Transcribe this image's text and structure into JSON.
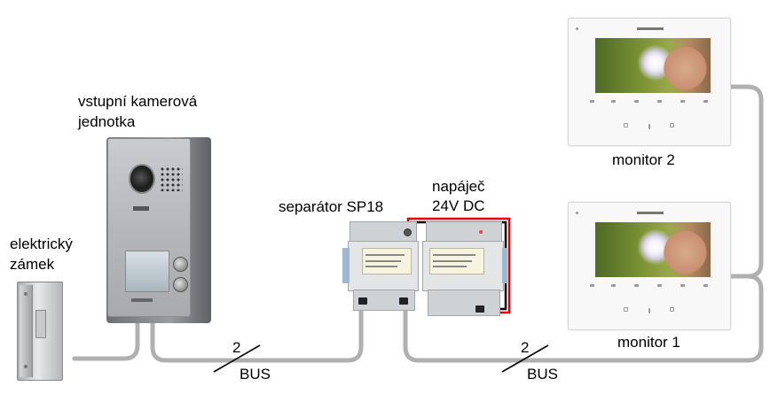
{
  "labels": {
    "camera_unit_line1": "vstupní kamerová",
    "camera_unit_line2": "jednotka",
    "lock_line1": "elektrický",
    "lock_line2": "zámek",
    "separator": "separátor SP18",
    "psu_line1": "napáječ",
    "psu_line2": "24V DC",
    "monitor_top": "monitor 2",
    "monitor_bottom": "monitor 1"
  },
  "bus_links": [
    {
      "wire_count": "2",
      "label": "BUS"
    },
    {
      "wire_count": "2",
      "label": "BUS"
    }
  ],
  "colors": {
    "bus_wire": "#b0b0b0",
    "psu_wire_red": "#e00000",
    "psu_wire_black": "#000000"
  }
}
